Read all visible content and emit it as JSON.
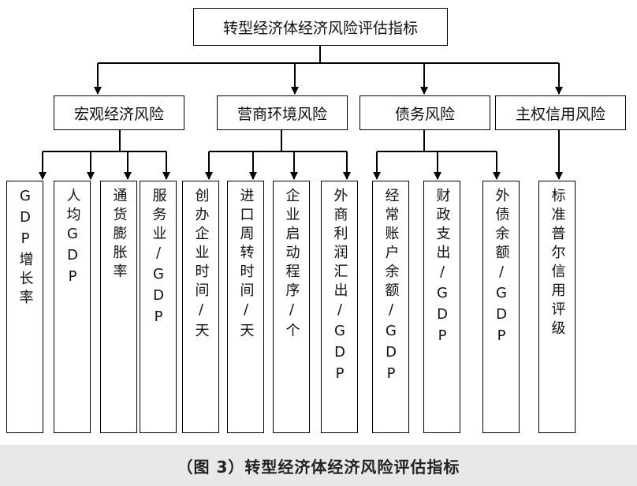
{
  "root": {
    "label": "转型经济体经济风险评估指标"
  },
  "categories": [
    {
      "label": "宏观经济风险",
      "indicators": [
        "GDP增长率",
        "人均GDP",
        "通货膨胀率",
        "服务业/GDP"
      ]
    },
    {
      "label": "营商环境风险",
      "indicators": [
        "创办企业时间/天",
        "进口周转时间/天",
        "企业启动程序/个",
        "外商利润汇出/GDP"
      ]
    },
    {
      "label": "债务风险",
      "indicators": [
        "经常账户余额/GDP",
        "财政支出/GDP",
        "外债余额/GDP"
      ]
    },
    {
      "label": "主权信用风险",
      "indicators": [
        "标准普尔信用评级"
      ]
    }
  ],
  "caption": "（图 3）转型经济体经济风险评估指标"
}
